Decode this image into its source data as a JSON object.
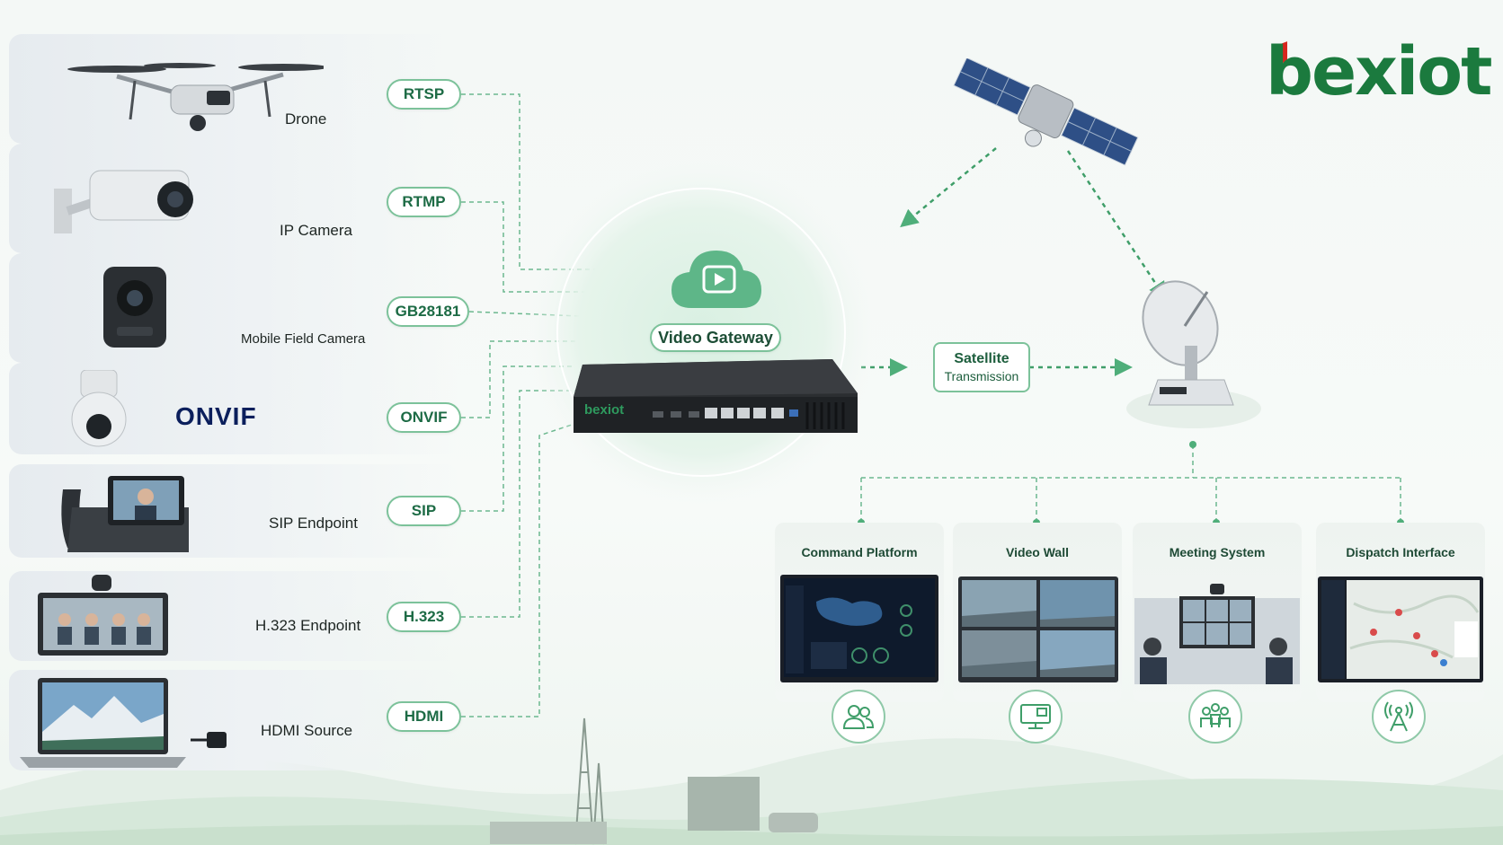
{
  "brand": {
    "logo_text": "bexiot",
    "color": "#1b7a3e",
    "accent": "#d7261e"
  },
  "sources": [
    {
      "label": "Drone",
      "protocol": "RTSP"
    },
    {
      "label": "IP Camera",
      "protocol": "RTMP"
    },
    {
      "label": "Mobile Field Camera",
      "protocol": "GB28181"
    },
    {
      "label": "",
      "protocol": "ONVIF",
      "logo_text": "ONVIF"
    },
    {
      "label": "SIP Endpoint",
      "protocol": "SIP"
    },
    {
      "label": "H.323 Endpoint",
      "protocol": "H.323"
    },
    {
      "label": "HDMI Source",
      "protocol": "HDMI"
    }
  ],
  "gateway": {
    "label": "Video Gateway",
    "device_brand": "bexiot"
  },
  "satellite_link": {
    "line1": "Satellite",
    "line2": "Transmission"
  },
  "outputs": [
    {
      "label": "Command Platform",
      "icon": "people-icon"
    },
    {
      "label": "Video Wall",
      "icon": "monitor-icon"
    },
    {
      "label": "Meeting System",
      "icon": "meeting-icon"
    },
    {
      "label": "Dispatch Interface",
      "icon": "antenna-icon"
    }
  ],
  "colors": {
    "green": "#2e9a5e",
    "line": "#5fb585",
    "dark": "#1d2522"
  }
}
